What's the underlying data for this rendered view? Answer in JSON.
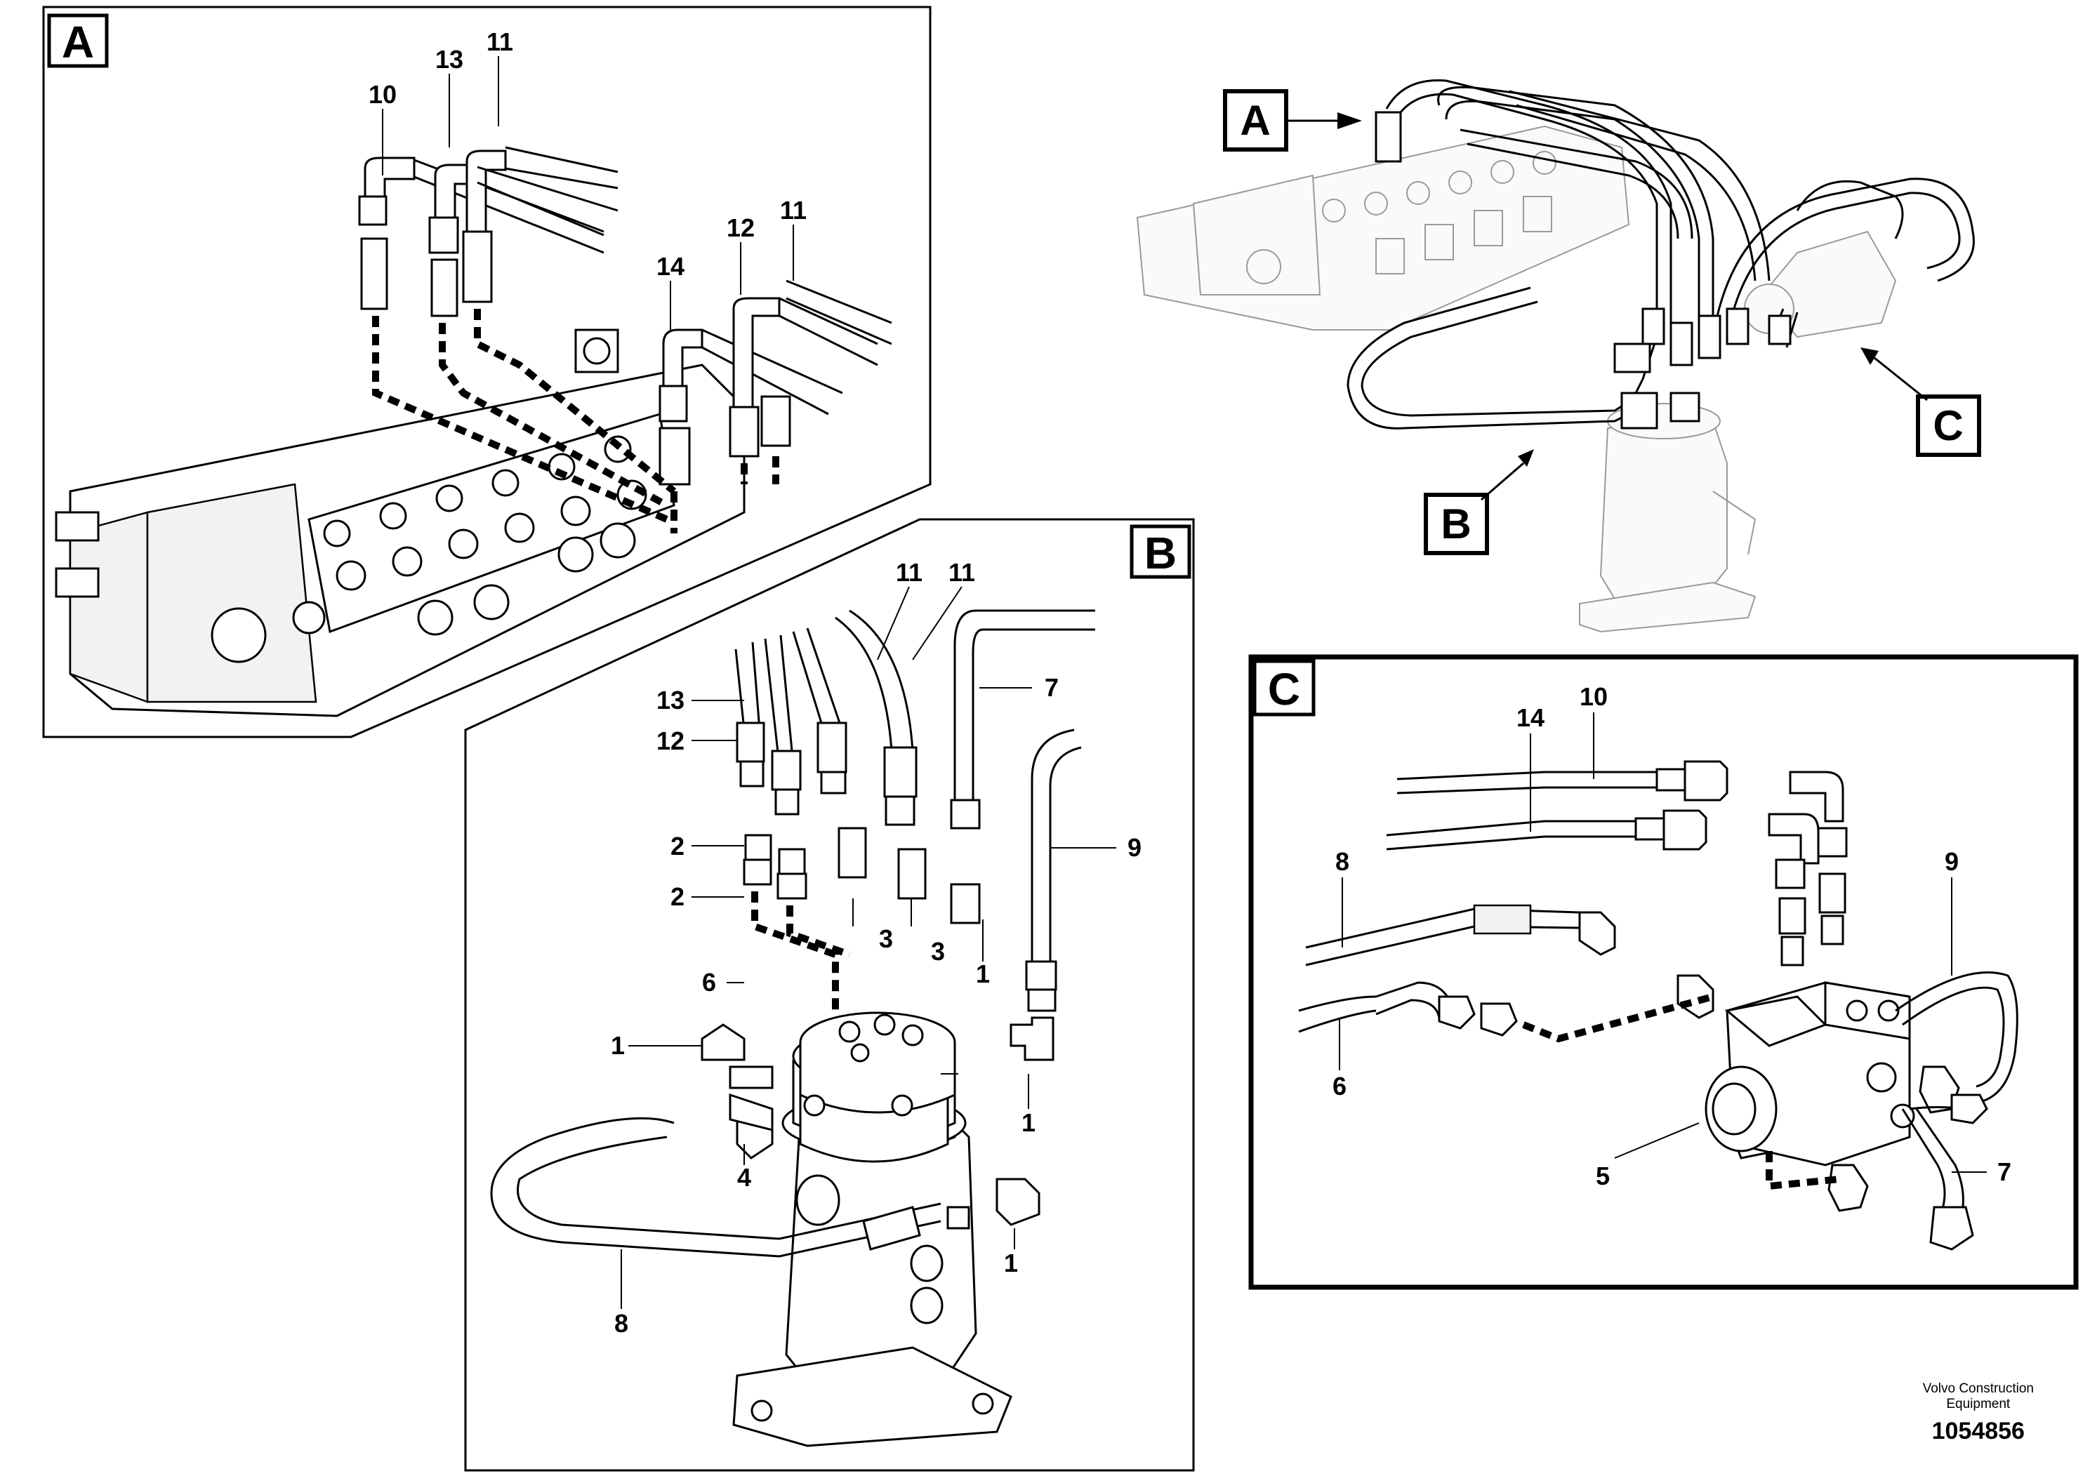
{
  "panels": {
    "A": {
      "letter": "A",
      "callouts": [
        "10",
        "13",
        "11",
        "14",
        "12",
        "11"
      ]
    },
    "B": {
      "letter": "B",
      "callouts": [
        "11",
        "11",
        "13",
        "12",
        "7",
        "9",
        "2",
        "2",
        "3",
        "3",
        "1",
        "6",
        "1",
        "1",
        "4",
        "1",
        "8"
      ]
    },
    "C": {
      "letter": "C",
      "callouts": [
        "10",
        "14",
        "8",
        "9",
        "6",
        "5",
        "7"
      ]
    },
    "overview": {
      "labels": [
        "A",
        "B",
        "C"
      ]
    }
  },
  "footer": {
    "company_line1": "Volvo Construction",
    "company_line2": "Equipment",
    "drawing_number": "1054856"
  }
}
